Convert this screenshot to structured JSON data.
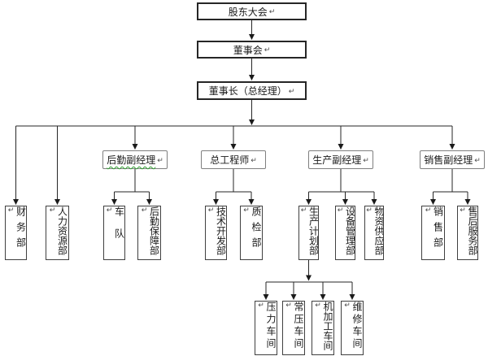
{
  "meta": {
    "paragraph_mark": "↵",
    "colors": {
      "background": "#ffffff",
      "line": "#262626",
      "text": "#1a1a1a",
      "grammar_underline": "#2e9e2e"
    }
  },
  "org": {
    "top": {
      "shareholders": {
        "label": "股东大会"
      },
      "board": {
        "label": "董事会"
      },
      "chairman": {
        "label": "董事长（总经理）"
      }
    },
    "managers": {
      "logistics": {
        "label": "后勤副经理"
      },
      "chief_engineer": {
        "label": "总工程师"
      },
      "production": {
        "label": "生产副经理"
      },
      "sales": {
        "label": "销售副经理"
      }
    },
    "departments": {
      "finance": {
        "label": "财务部"
      },
      "hr": {
        "label": "人力资源部"
      },
      "fleet": {
        "label": "车队"
      },
      "logistics_support": {
        "label": "后勤保障部"
      },
      "tech_dev": {
        "label": "技术开发部"
      },
      "quality": {
        "label": "质检部"
      },
      "production_planning": {
        "label": "生产计划部"
      },
      "equipment": {
        "label": "设备管理部"
      },
      "material_supply": {
        "label": "物资供应部"
      },
      "sales_dept": {
        "label": "销售部"
      },
      "after_sales": {
        "label": "售后服务部"
      }
    },
    "workshops": {
      "pressure": {
        "label": "压力车间"
      },
      "atmospheric": {
        "label": "常压车间"
      },
      "machining": {
        "label": "机加工车间"
      },
      "maintenance": {
        "label": "维修车间"
      }
    },
    "edges": [
      {
        "from": "shareholders",
        "to": "board"
      },
      {
        "from": "board",
        "to": "chairman"
      },
      {
        "from": "chairman",
        "to": "finance"
      },
      {
        "from": "chairman",
        "to": "hr"
      },
      {
        "from": "chairman",
        "to": "logistics"
      },
      {
        "from": "chairman",
        "to": "chief_engineer"
      },
      {
        "from": "chairman",
        "to": "production"
      },
      {
        "from": "chairman",
        "to": "sales"
      },
      {
        "from": "logistics",
        "to": "fleet"
      },
      {
        "from": "logistics",
        "to": "logistics_support"
      },
      {
        "from": "chief_engineer",
        "to": "tech_dev"
      },
      {
        "from": "chief_engineer",
        "to": "quality"
      },
      {
        "from": "production",
        "to": "production_planning"
      },
      {
        "from": "production",
        "to": "equipment"
      },
      {
        "from": "production",
        "to": "material_supply"
      },
      {
        "from": "sales",
        "to": "sales_dept"
      },
      {
        "from": "sales",
        "to": "after_sales"
      },
      {
        "from": "production_planning",
        "to": "pressure"
      },
      {
        "from": "production_planning",
        "to": "atmospheric"
      },
      {
        "from": "production_planning",
        "to": "machining"
      },
      {
        "from": "production_planning",
        "to": "maintenance"
      }
    ]
  }
}
